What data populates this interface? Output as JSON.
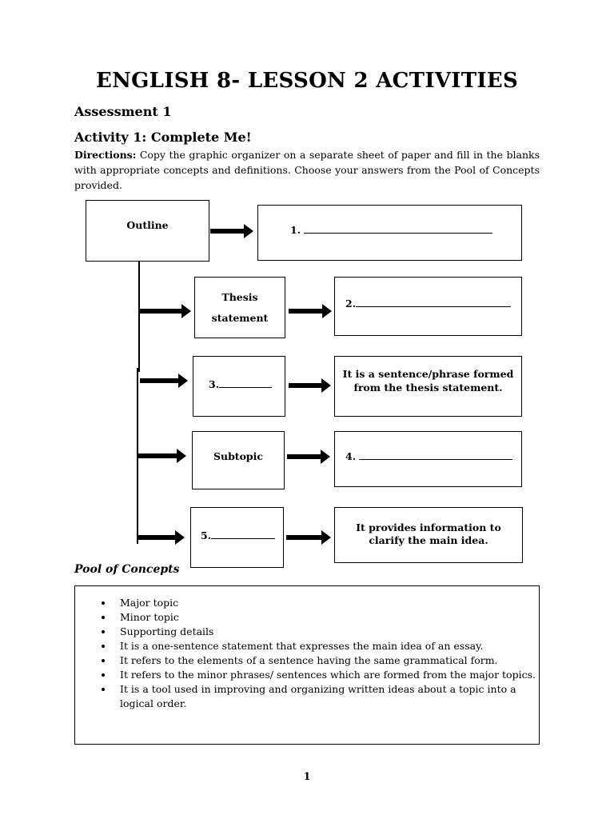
{
  "title": "ENGLISH 8- LESSON 2 ACTIVITIES",
  "assessment": "Assessment 1",
  "activity": "Activity 1: Complete Me!",
  "directions": {
    "label": "Directions:",
    "text": " Copy the graphic organizer on a separate sheet of paper and fill in the blanks with appropriate concepts and definitions. Choose your answers from the Pool of Concepts provided."
  },
  "organizer": {
    "outline": "Outline",
    "blank1": "1.",
    "thesis_line1": "Thesis",
    "thesis_line2": "statement",
    "blank2": "2.",
    "blank3": "3.",
    "def3": "It is a sentence/phrase formed from the thesis statement.",
    "subtopic": "Subtopic",
    "blank4": "4.",
    "blank5": "5.",
    "def5": "It provides information to clarify the main idea."
  },
  "pool": {
    "heading": "Pool of Concepts",
    "items": [
      "Major topic",
      "Minor topic",
      "Supporting details",
      "It is a one-sentence statement that expresses the main idea of an essay.",
      "It refers to the elements of a sentence having the same grammatical form.",
      "It refers to the minor phrases/ sentences which are formed from the major topics.",
      "It is a tool used in improving and organizing written ideas about a topic into a logical order."
    ]
  },
  "page_number": "1"
}
